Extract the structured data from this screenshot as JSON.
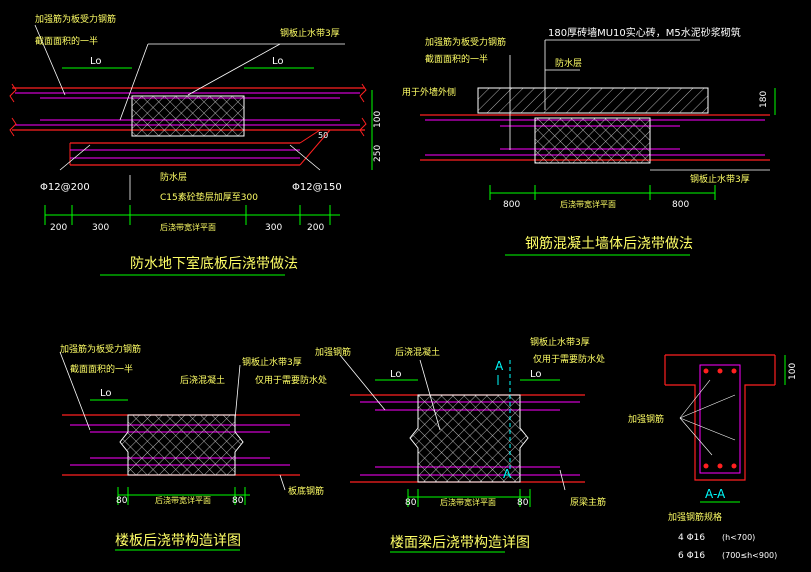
{
  "colors": {
    "background": "#000000",
    "concrete": "#ff2020",
    "rebar": "#ff00ff",
    "dimension": "#00ff00",
    "text": "#ffffff",
    "title": "#ffff66",
    "hatch": "#ffffff"
  },
  "d1": {
    "title": "防水地下室底板后浇带做法",
    "note_rebar": "加强筋为板受力钢筋",
    "note_rebar2": "截面面积的一半",
    "note_waterstop": "钢板止水带3厚",
    "lo_left": "Lo",
    "lo_right": "Lo",
    "dim_100": "100",
    "dim_250": "250",
    "dim_50": "50",
    "waterproof": "防水层",
    "cushion": "C15素砼垫层加厚至300",
    "bar_left": "Φ12@200",
    "bar_right": "Φ12@150",
    "dims": [
      "200",
      "300",
      "后浇带宽详平面",
      "300",
      "200"
    ]
  },
  "d2": {
    "title": "钢筋混凝土墙体后浇带做法",
    "note_rebar": "加强筋为板受力钢筋",
    "note_rebar2": "截面面积的一半",
    "note_wall": "180厚砖墙MU10实心砖，M5水泥砂浆砌筑",
    "waterproof": "防水层",
    "outer_wall": "用于外墙外侧",
    "dim_180": "180",
    "waterstop": "钢板止水带3厚",
    "dims": [
      "800",
      "后浇带宽详平面",
      "800"
    ]
  },
  "d3": {
    "title": "楼板后浇带构造详图",
    "note_rebar": "加强筋为板受力钢筋",
    "note_rebar2": "截面面积的一半",
    "waterstop": "钢板止水带3厚",
    "waterstop_note": "仅用于需要防水处",
    "post_concrete": "后浇混凝土",
    "lo": "Lo",
    "dims": [
      "80",
      "后浇带宽详平面",
      "80"
    ],
    "slab_rebar": "板底钢筋"
  },
  "d4": {
    "title": "楼面梁后浇带构造详图",
    "note_rebar": "加强钢筋",
    "post_concrete": "后浇混凝土",
    "waterstop": "钢板止水带3厚",
    "waterstop_note": "仅用于需要防水处",
    "lo_left": "Lo",
    "lo_right": "Lo",
    "section_mark_left": "A",
    "section_mark_right": "A",
    "dims": [
      "80",
      "后浇带宽详平面",
      "80"
    ],
    "beam_rebar": "原梁主筋"
  },
  "d5": {
    "title": "A-A",
    "dim_100": "100",
    "note_rebar": "加强钢筋",
    "spec_title": "加强钢筋规格",
    "spec1": "4 Φ16",
    "spec1_cond": "(h<700)",
    "spec2": "6 Φ16",
    "spec2_cond": "(700≤h<900)"
  }
}
